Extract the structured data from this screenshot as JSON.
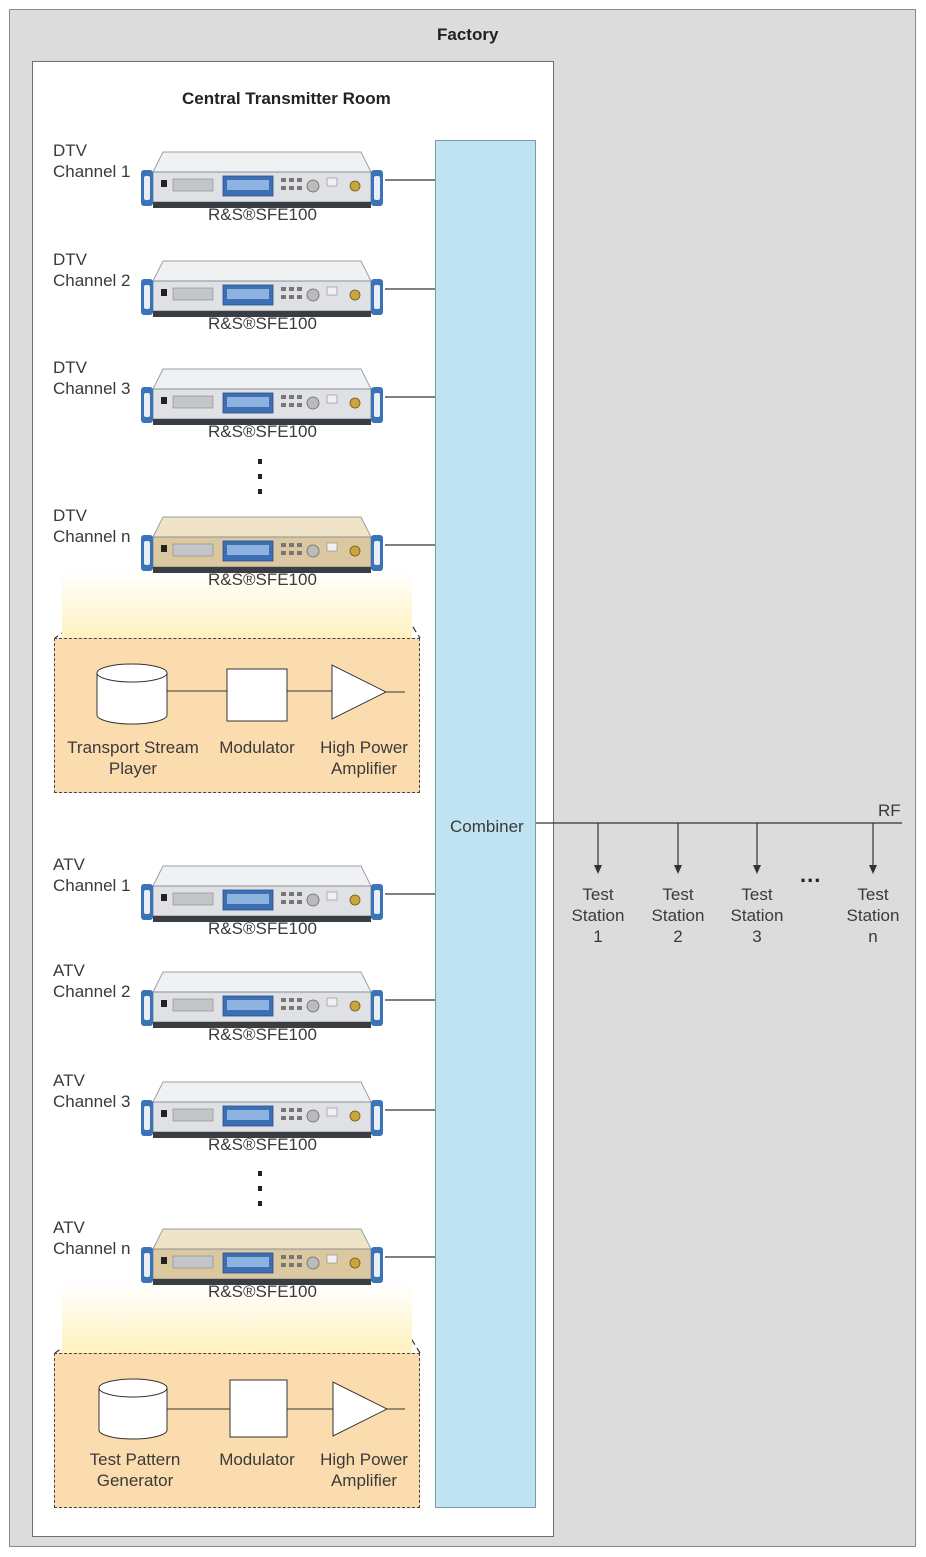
{
  "factory": {
    "title": "Factory"
  },
  "room": {
    "title": "Central Transmitter Room"
  },
  "combiner": {
    "label": "Combiner"
  },
  "rf_label": "RF",
  "channels": [
    {
      "line1": "DTV",
      "line2": "Channel 1",
      "model": "R&S®SFE100",
      "highlight": false
    },
    {
      "line1": "DTV",
      "line2": "Channel 2",
      "model": "R&S®SFE100",
      "highlight": false
    },
    {
      "line1": "DTV",
      "line2": "Channel 3",
      "model": "R&S®SFE100",
      "highlight": false
    },
    {
      "line1": "DTV",
      "line2": "Channel n",
      "model": "R&S®SFE100",
      "highlight": true
    },
    {
      "line1": "ATV",
      "line2": "Channel 1",
      "model": "R&S®SFE100",
      "highlight": false
    },
    {
      "line1": "ATV",
      "line2": "Channel 2",
      "model": "R&S®SFE100",
      "highlight": false
    },
    {
      "line1": "ATV",
      "line2": "Channel 3",
      "model": "R&S®SFE100",
      "highlight": false
    },
    {
      "line1": "ATV",
      "line2": "Channel n",
      "model": "R&S®SFE100",
      "highlight": true
    }
  ],
  "dtv_detail": {
    "source": "Transport Stream\nPlayer",
    "modulator": "Modulator",
    "amplifier": "High Power\nAmplifier"
  },
  "atv_detail": {
    "source": "Test Pattern\nGenerator",
    "modulator": "Modulator",
    "amplifier": "High Power\nAmplifier"
  },
  "test_stations": [
    {
      "line1": "Test",
      "line2": "Station",
      "line3": "1"
    },
    {
      "line1": "Test",
      "line2": "Station",
      "line3": "2"
    },
    {
      "line1": "Test",
      "line2": "Station",
      "line3": "3"
    },
    {
      "line1": "Test",
      "line2": "Station",
      "line3": "n"
    }
  ],
  "ellipsis": "...",
  "colors": {
    "factory_bg": "#dcdcdc",
    "combiner_fill": "#bfe3f1",
    "detail_fill": "#fbdcae",
    "device_silver": "#dfe1e4",
    "device_gold": "#dcc8a0",
    "handle_blue": "#3b73b9"
  }
}
